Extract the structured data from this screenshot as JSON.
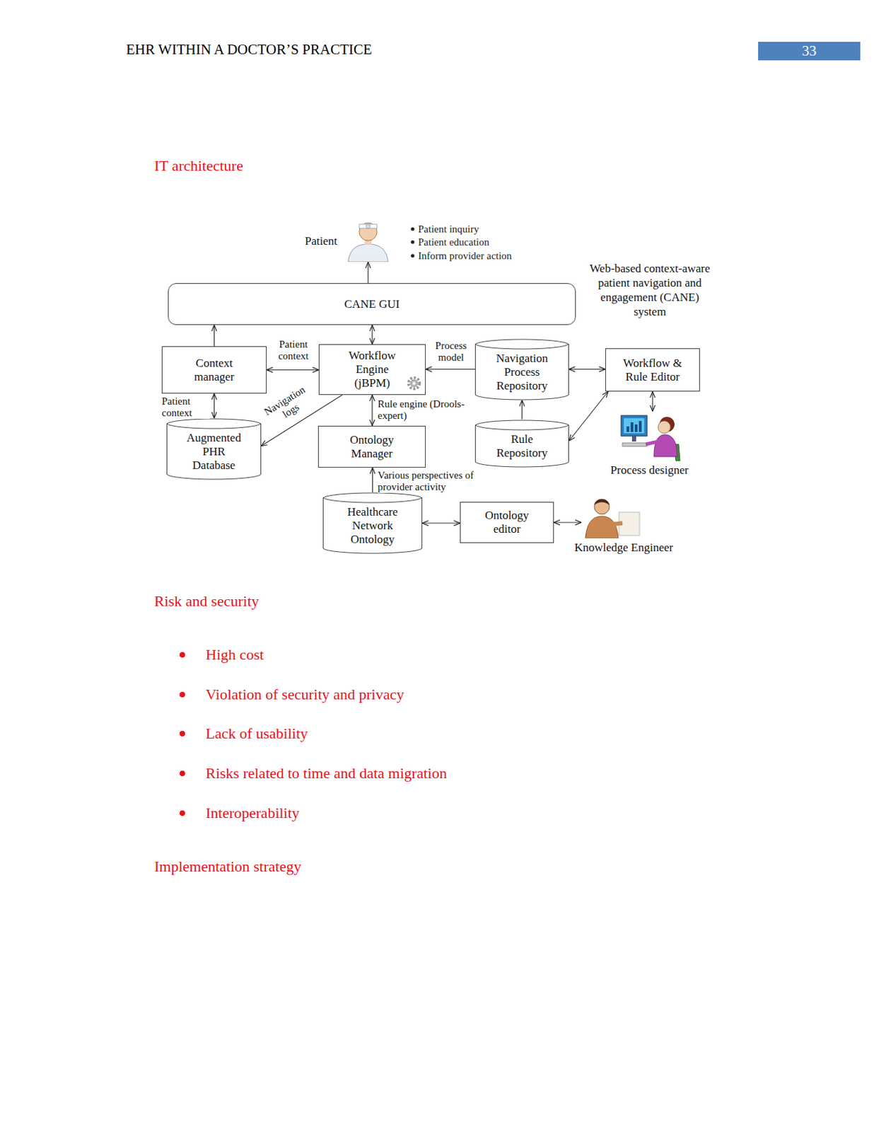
{
  "diagram": {
    "nodes": [
      {
        "text": [
          "Patient"
        ]
      },
      {
        "text": [
          "CANE GUI"
        ]
      },
      {
        "text": [
          "Context manager"
        ]
      },
      {
        "text": [
          "Workflow Engine (jBPM)"
        ]
      },
      {
        "text": [
          "Navigation Process Repository"
        ]
      },
      {
        "text": [
          "Workflow & Rule Editor"
        ]
      },
      {
        "text": [
          "Augmented PHR Database"
        ]
      },
      {
        "text": [
          "Ontology Manager"
        ]
      },
      {
        "text": [
          "Rule Repository"
        ]
      },
      {
        "text": [
          "Process designer"
        ]
      },
      {
        "text": [
          "Healthcare Network Ontology"
        ]
      },
      {
        "text": [
          "Ontology editor"
        ]
      },
      {
        "text": [
          "Knowledge Engineer"
        ]
      }
    ],
    "edges": [
      {
        "from": 1,
        "to": 0,
        "arrow": "to"
      },
      {
        "from": 2,
        "to": 1,
        "arrow": "to"
      },
      {
        "from": 3,
        "to": 1,
        "arrow": "both"
      },
      {
        "from": 2,
        "to": 3,
        "label": "Patient context",
        "arrow": "both"
      },
      {
        "from": 4,
        "to": 3,
        "label": "Process model",
        "arrow": "to"
      },
      {
        "from": 4,
        "to": 5,
        "arrow": "both"
      },
      {
        "from": 2,
        "to": 6,
        "label": "Patient context",
        "arrow": "both"
      },
      {
        "from": 3,
        "to": 6,
        "label": "Navigation logs",
        "arrow": "to"
      },
      {
        "from": 3,
        "to": 7,
        "label": "Rule engine (Drools-expert)",
        "arrow": "both"
      },
      {
        "from": 8,
        "to": 4,
        "arrow": "to"
      },
      {
        "from": 5,
        "to": 8,
        "arrow": "both"
      },
      {
        "from": 5,
        "to": 9,
        "arrow": "both"
      },
      {
        "from": 10,
        "to": 7,
        "label": "Various perspectives of provider activity",
        "arrow": "to"
      },
      {
        "from": 10,
        "to": 11,
        "arrow": "both"
      },
      {
        "from": 11,
        "to": 12,
        "arrow": "both"
      }
    ],
    "labels": [
      "EHR WITHIN A DOCTOR’S PRACTICE",
      "33",
      "IT architecture",
      "Patient inquiry",
      "Patient education",
      "Inform provider action",
      "Web-based context-aware patient navigation and engagement (CANE) system",
      "Risk and security",
      "High cost",
      "Violation of security and privacy",
      "Lack of usability",
      "Risks related to time and data migration",
      "Interoperability",
      "Implementation strategy"
    ]
  }
}
